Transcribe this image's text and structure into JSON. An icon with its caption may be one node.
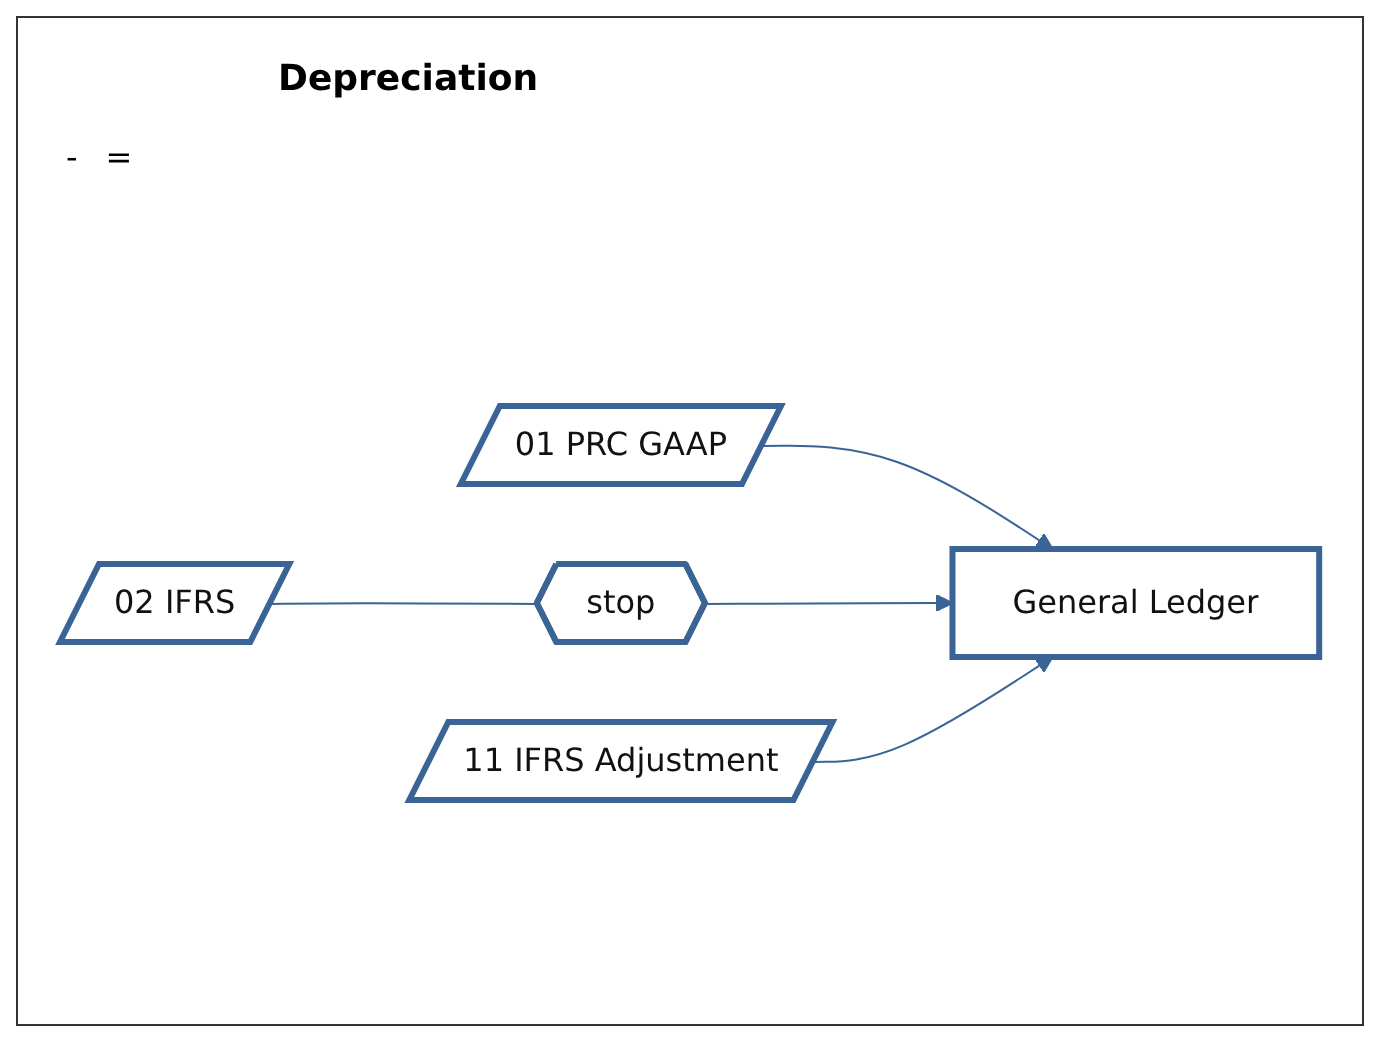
{
  "diagram": {
    "title": "Depreciation",
    "nodes": [
      {
        "text": [
          "01 PRC GAAP"
        ]
      },
      {
        "text": [
          "02 IFRS"
        ]
      },
      {
        "text": [
          "stop"
        ]
      },
      {
        "text": [
          "11 IFRS Adjustment"
        ]
      },
      {
        "text": [
          "General Ledger"
        ]
      }
    ],
    "edges": [
      {
        "from": 0,
        "to": 4,
        "arrow": "to"
      },
      {
        "from": 1,
        "to": 2,
        "arrow": "none"
      },
      {
        "from": 2,
        "to": 4,
        "arrow": "to"
      },
      {
        "from": 3,
        "to": 4,
        "arrow": "to"
      }
    ],
    "labels": [
      "-",
      "="
    ]
  }
}
